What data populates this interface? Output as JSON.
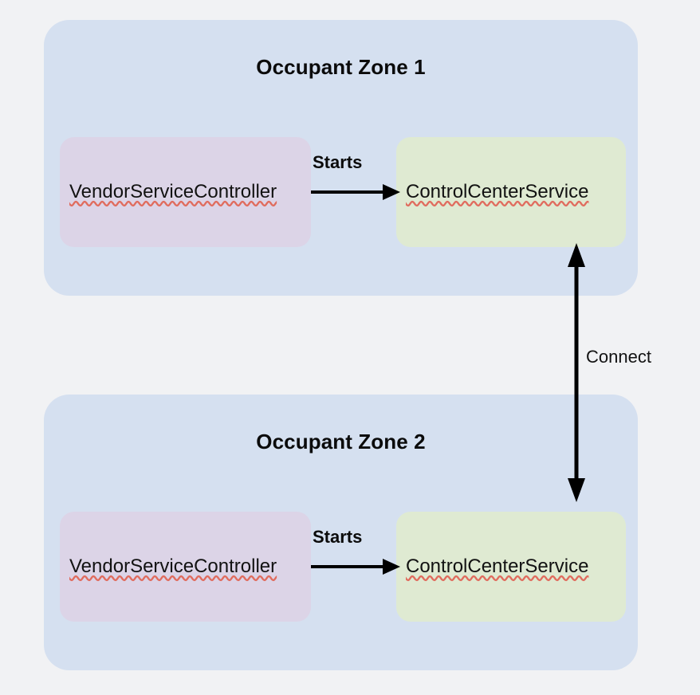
{
  "diagram": {
    "background_color": "#f1f2f4",
    "zones": [
      {
        "title": "Occupant Zone 1",
        "color": "#d5e0f0",
        "nodes": [
          {
            "label": "VendorServiceController",
            "color": "#dcd4e7",
            "role": "vendor-service-controller",
            "spellcheck_underline": true
          },
          {
            "label": "ControlCenterService",
            "color": "#dfead2",
            "role": "control-center-service",
            "spellcheck_underline": true
          }
        ],
        "edge_label": "Starts"
      },
      {
        "title": "Occupant Zone 2",
        "color": "#d5e0f0",
        "nodes": [
          {
            "label": "VendorServiceController",
            "color": "#dcd4e7",
            "role": "vendor-service-controller",
            "spellcheck_underline": true
          },
          {
            "label": "ControlCenterService",
            "color": "#dfead2",
            "role": "control-center-service",
            "spellcheck_underline": true
          }
        ],
        "edge_label": "Starts"
      }
    ],
    "cross_zone_edge": {
      "label": "Connect",
      "direction": "bidirectional",
      "color": "#000000"
    }
  }
}
